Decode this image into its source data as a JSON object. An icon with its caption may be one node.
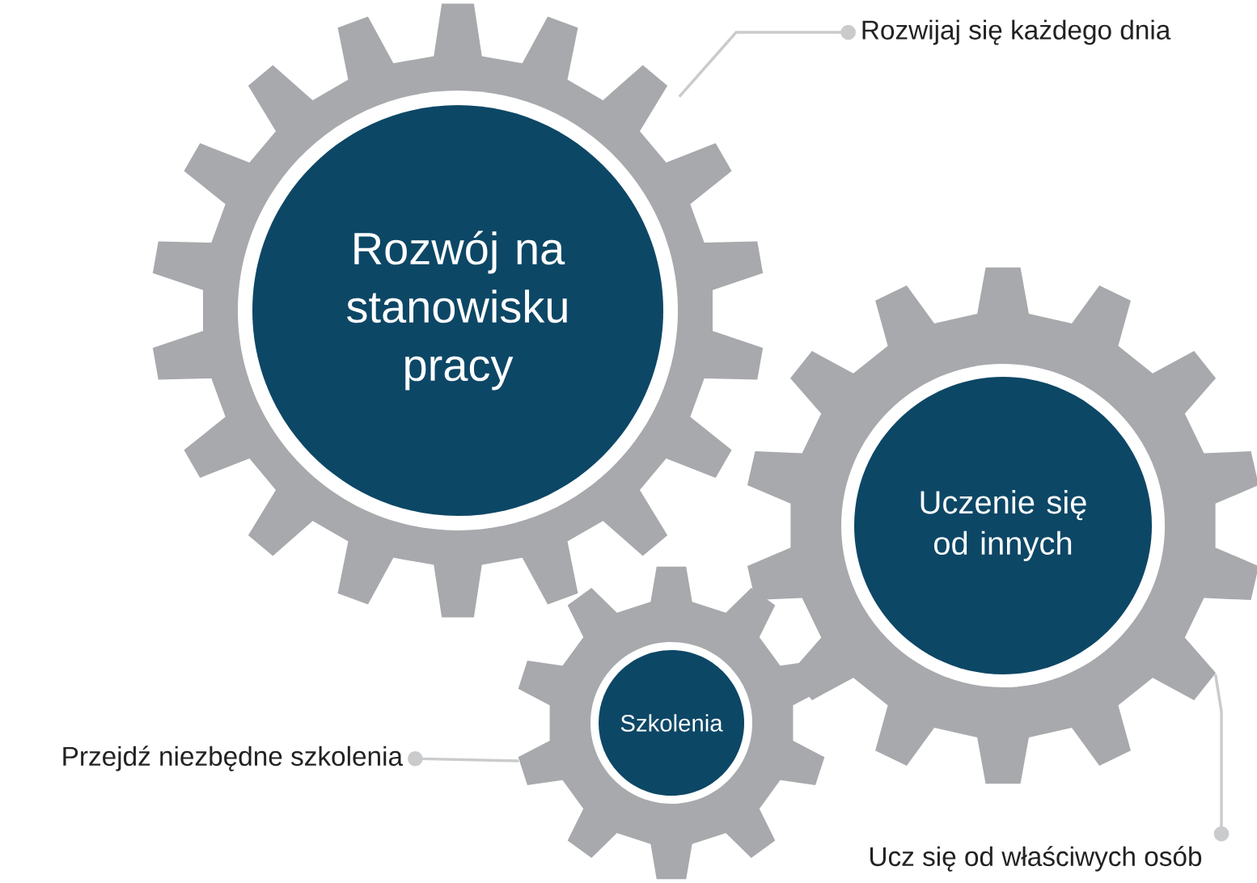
{
  "diagram": {
    "nodes": [
      {
        "text": [
          "Rozwój na stanowisku pracy"
        ]
      },
      {
        "text": [
          "Uczenie się od innych"
        ]
      },
      {
        "text": [
          "Szkolenia"
        ]
      },
      {
        "text": [
          "Rozwijaj się każdego dnia"
        ]
      },
      {
        "text": [
          "Ucz się od właściwych osób"
        ]
      },
      {
        "text": [
          "Przejdź niezbędne szkolenia"
        ]
      }
    ],
    "edges": [
      {
        "from": 3,
        "to": 0,
        "arrow": "other"
      },
      {
        "from": 4,
        "to": 1,
        "arrow": "other"
      },
      {
        "from": 5,
        "to": 2,
        "arrow": "other"
      }
    ]
  }
}
